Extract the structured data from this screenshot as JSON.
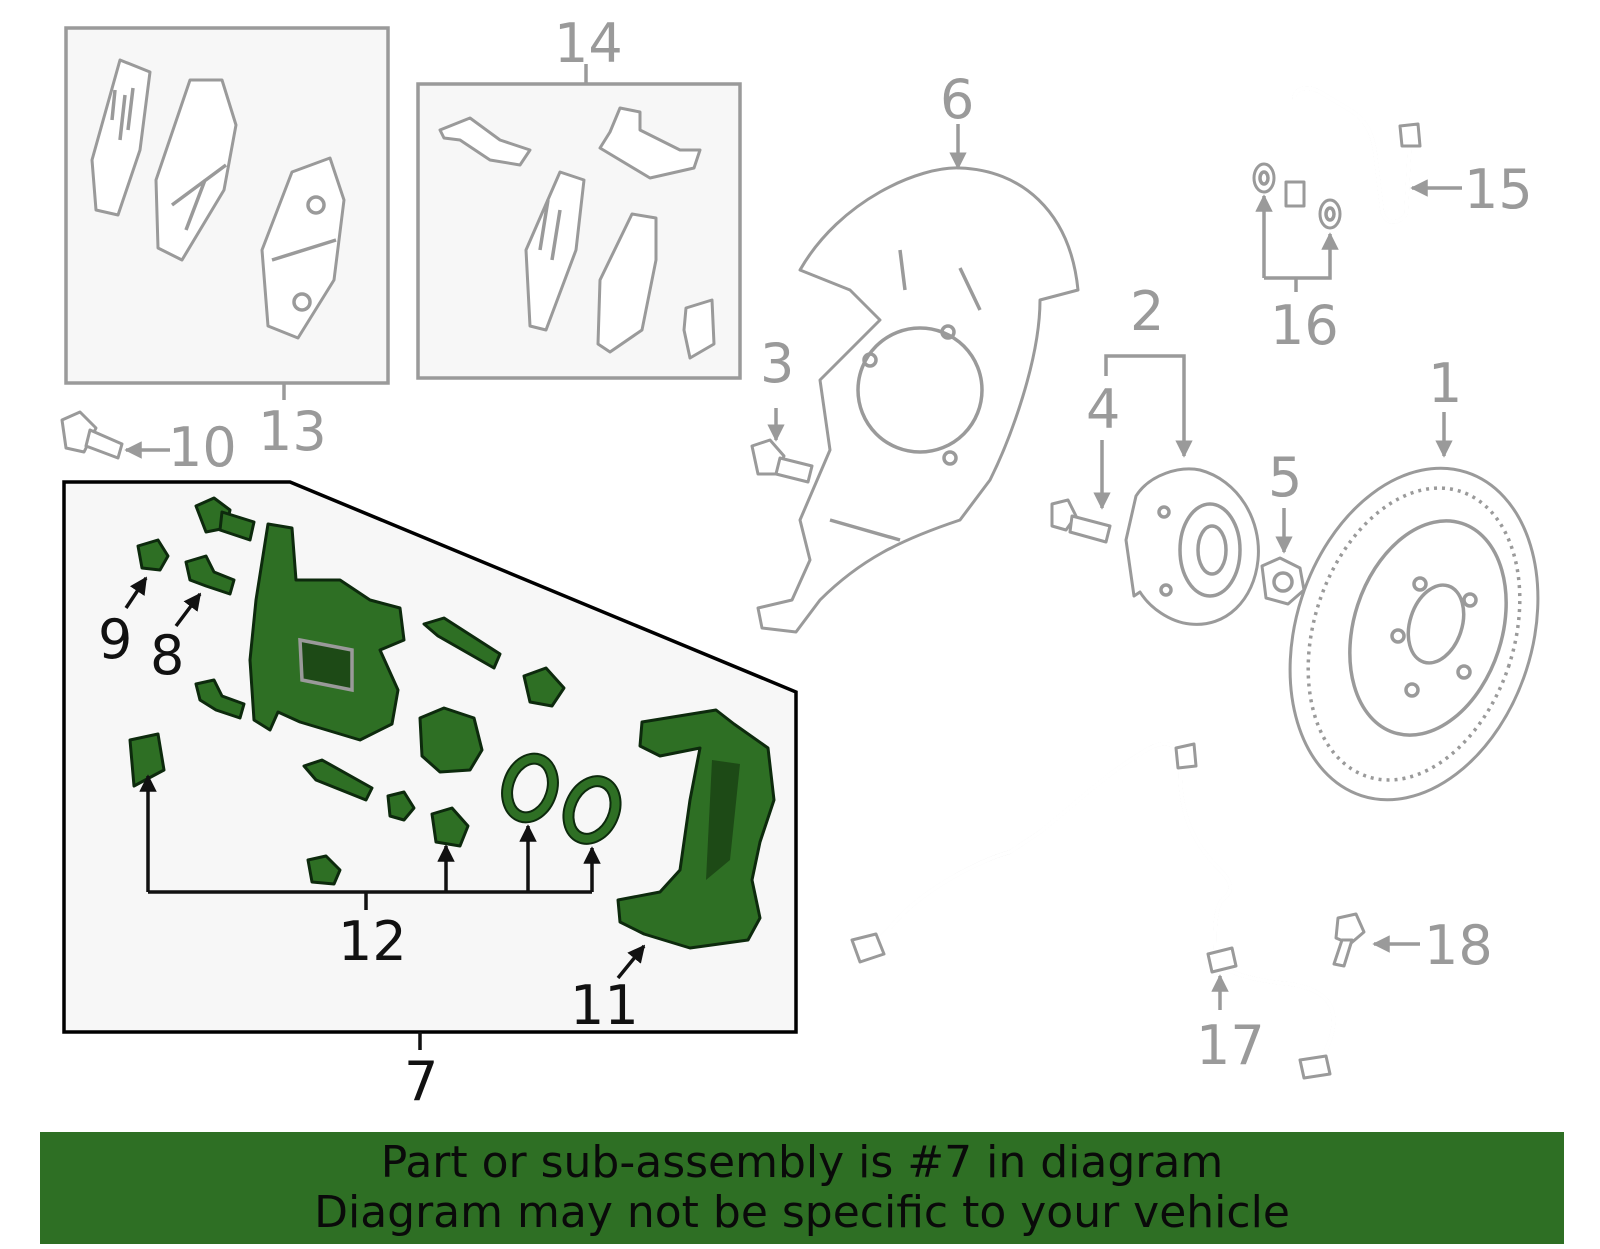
{
  "callouts": {
    "c1": "1",
    "c2": "2",
    "c3": "3",
    "c4": "4",
    "c5": "5",
    "c6": "6",
    "c7": "7",
    "c8": "8",
    "c9": "9",
    "c10": "10",
    "c11": "11",
    "c12": "12",
    "c13": "13",
    "c14": "14",
    "c15": "15",
    "c16": "16",
    "c17": "17",
    "c18": "18"
  },
  "highlight": {
    "part_number": "7",
    "color": "#2e6f24"
  },
  "banner": {
    "line1": "Part or sub-assembly is #7 in diagram",
    "line2": "Diagram may not be specific to your vehicle"
  }
}
